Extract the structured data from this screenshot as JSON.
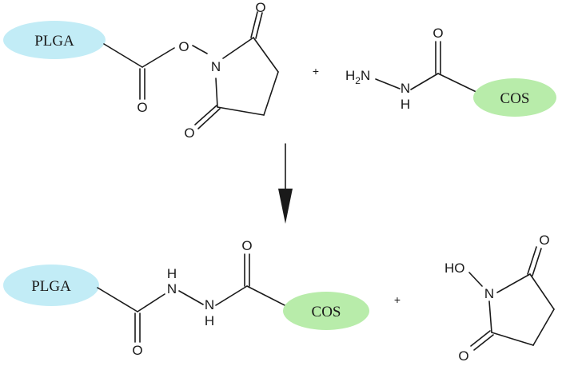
{
  "reactants": {
    "plga_ester": {
      "group_label": "PLGA",
      "group_color": "#c2ecf6",
      "atoms": {
        "O_ester": "O",
        "O_carbonyl": "O",
        "N": "N",
        "O_top": "O",
        "O_bottom": "O"
      }
    },
    "plus": "+",
    "cos_hydrazide": {
      "group_label": "COS",
      "group_color": "#b8ecaa",
      "amine_H": "H",
      "amine_sub": "2",
      "amine_N": "N",
      "atoms": {
        "NH_N": "N",
        "NH_H": "H",
        "O_carbonyl": "O"
      }
    }
  },
  "reaction_arrow": "down-arrow",
  "products": {
    "conjugate": {
      "left_label": "PLGA",
      "left_color": "#c2ecf6",
      "right_label": "COS",
      "right_color": "#b8ecaa",
      "atoms": {
        "O_bottom": "O",
        "NH1_N": "N",
        "NH1_H": "H",
        "NH2_N": "N",
        "NH2_H": "H",
        "O_top": "O"
      }
    },
    "plus": "+",
    "nhs": {
      "hydroxyl": "HO",
      "atoms": {
        "N": "N",
        "O_top": "O",
        "O_bottom": "O"
      }
    }
  }
}
